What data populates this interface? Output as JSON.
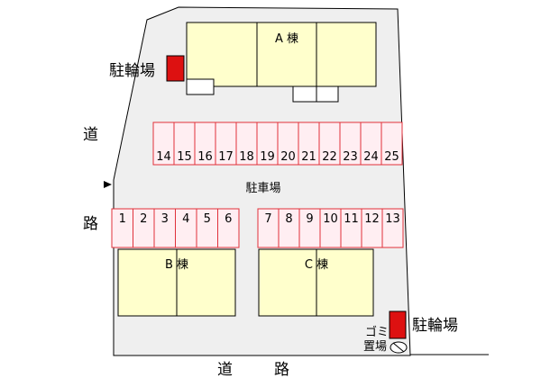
{
  "buildings": {
    "a": {
      "label": "A 棟"
    },
    "b": {
      "label": "B 棟"
    },
    "c": {
      "label": "C 棟"
    }
  },
  "bicycle_parking": {
    "label": "駐輪場"
  },
  "parking_lot": {
    "label": "駐車場"
  },
  "road": {
    "char1": "道",
    "char2": "路"
  },
  "garbage": {
    "line1": "ゴミ",
    "line2": "置場"
  },
  "parking_spaces": {
    "top_row": [
      "14",
      "15",
      "16",
      "17",
      "18",
      "19",
      "20",
      "21",
      "22",
      "23",
      "24",
      "25"
    ],
    "bottom_left": [
      "1",
      "2",
      "3",
      "4",
      "5",
      "6"
    ],
    "bottom_right": [
      "7",
      "8",
      "9",
      "10",
      "11",
      "12",
      "13"
    ]
  },
  "colors": {
    "lot": "#efefef",
    "building": "#ffffcc",
    "space_fill": "#ffeef2",
    "space_border": "#e0303a",
    "bike": "#dd1111"
  }
}
